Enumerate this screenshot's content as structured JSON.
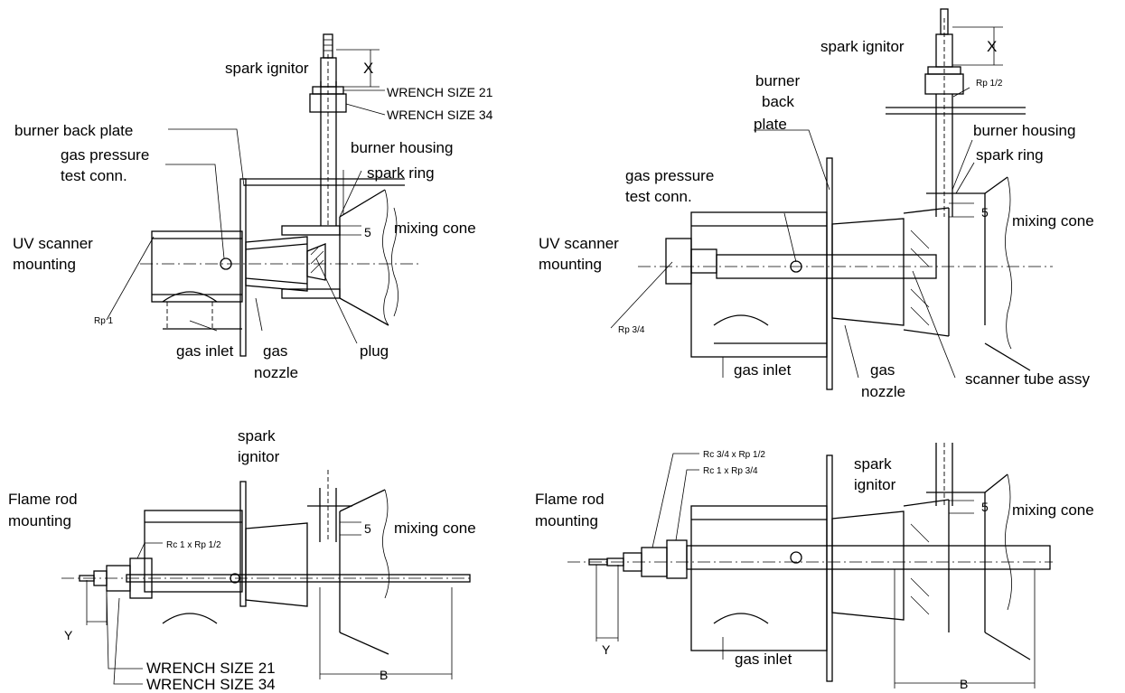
{
  "diagram": {
    "top_left": {
      "spark_ignitor": "spark ignitor",
      "x_dim": "X",
      "wrench_21": "WRENCH SIZE 21",
      "wrench_34": "WRENCH SIZE 34",
      "burner_back_plate": "burner back plate",
      "gas_pressure_1": "gas pressure",
      "gas_pressure_2": "test conn.",
      "burner_housing": "burner housing",
      "spark_ring": "spark ring",
      "dim_5": "5",
      "mixing_cone": "mixing cone",
      "uv_scanner_1": "UV scanner",
      "uv_scanner_2": "mounting",
      "rp1": "Rp 1",
      "gas_inlet": "gas inlet",
      "gas_nozzle_1": "gas",
      "gas_nozzle_2": "nozzle",
      "plug": "plug"
    },
    "top_right": {
      "spark_ignitor": "spark ignitor",
      "x_dim": "X",
      "rp_half": "Rp 1/2",
      "burner_1": "burner",
      "burner_2": "back",
      "burner_3": "plate",
      "burner_housing": "burner housing",
      "spark_ring": "spark ring",
      "gas_pressure_1": "gas pressure",
      "gas_pressure_2": "test conn.",
      "dim_5": "5",
      "mixing_cone": "mixing cone",
      "uv_scanner_1": "UV scanner",
      "uv_scanner_2": "mounting",
      "rp_3_4": "Rp 3/4",
      "gas_inlet": "gas inlet",
      "gas_nozzle_1": "gas",
      "gas_nozzle_2": "nozzle",
      "scanner_tube": "scanner tube assy"
    },
    "bottom_left": {
      "spark_1": "spark",
      "spark_2": "ignitor",
      "flame_rod_1": "Flame rod",
      "flame_rod_2": "mounting",
      "rc_note": "Rc 1 x Rp 1/2",
      "dim_5": "5",
      "mixing_cone": "mixing cone",
      "y_dim": "Y",
      "b_dim": "B",
      "wrench_21": "WRENCH SIZE 21",
      "wrench_34": "WRENCH SIZE 34"
    },
    "bottom_right": {
      "rc_note_1": "Rc 3/4 x Rp 1/2",
      "rc_note_2": "Rc 1 x Rp 3/4",
      "spark_1": "spark",
      "spark_2": "ignitor",
      "flame_rod_1": "Flame rod",
      "flame_rod_2": "mounting",
      "dim_5": "5",
      "mixing_cone": "mixing cone",
      "y_dim": "Y",
      "gas_inlet": "gas inlet",
      "b_dim": "B"
    }
  }
}
